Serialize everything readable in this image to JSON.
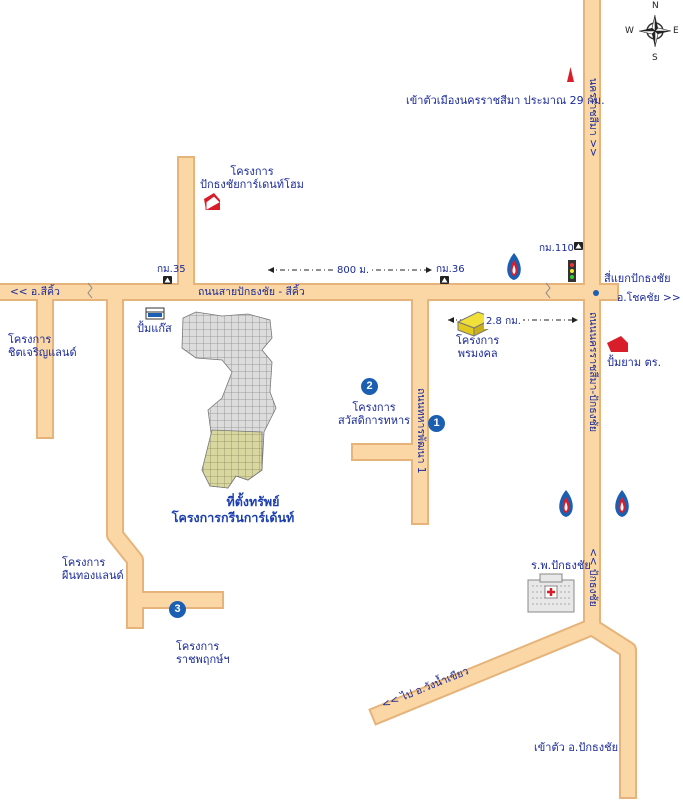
{
  "compass": {
    "n": "N",
    "s": "S",
    "e": "E",
    "w": "W"
  },
  "roads": {
    "main_road": "ถนนสายปักธงชัย - สีคิ้ว",
    "to_sikhio": "<< อ.สีคิ้ว",
    "to_chokchai": "อ.โชคชัย >>",
    "to_wang_nam_khiao": "<< ไป อ.วังน้ำเขียว",
    "highway_north": "นครราชสีมา >>",
    "highway_mid": "ถนนนครราชสีมา-ปักธงชัย",
    "highway_south": "<< ปักธงชัย",
    "side_road": "ถนนทหารพัฒนา 1"
  },
  "labels": {
    "to_korat": "เข้าตัวเมืองนครราชสีมา ประมาณ 29 กม.",
    "junction": "สี่แยกปักธงชัย",
    "hospital": "ร.พ.ปักธงชัย",
    "to_city": "เข้าตัว อ.ปักธงชัย",
    "gas_plant": "ปั้มแก๊ส",
    "pam_yam": "ปั้มยาม ตร."
  },
  "km_markers": [
    "กม.35",
    "กม.36",
    "กม.110"
  ],
  "distances": {
    "between_km": "800 ม.",
    "junction": "2.8 กม."
  },
  "projects": {
    "pakthongchai_garden": "โครงการ\nปักธงชัยการ์เดนท์โฮม",
    "sit_charoen": "โครงการ\nชิตเจริญแลนด์",
    "phromkhon": "โครงการ\nพรมงคล",
    "sawat_thahan": "โครงการ\nสวัสดิการทหาร",
    "phin_thong": "โครงการ\nผืนทองแลนด์",
    "ratchaphruk": "โครงการ\nราชพฤกษ์ฯ"
  },
  "site": {
    "title": "ที่ตั้งทรัพย์",
    "subtitle": "โครงการกรีนการ์เด้นท์"
  },
  "badges": [
    "1",
    "2",
    "3"
  ],
  "colors": {
    "road": "#fad7a4",
    "road_edge": "#e8b87f",
    "text": "#1a2a9a",
    "badge": "#1b5fb3",
    "marker": "#d81e2a"
  }
}
